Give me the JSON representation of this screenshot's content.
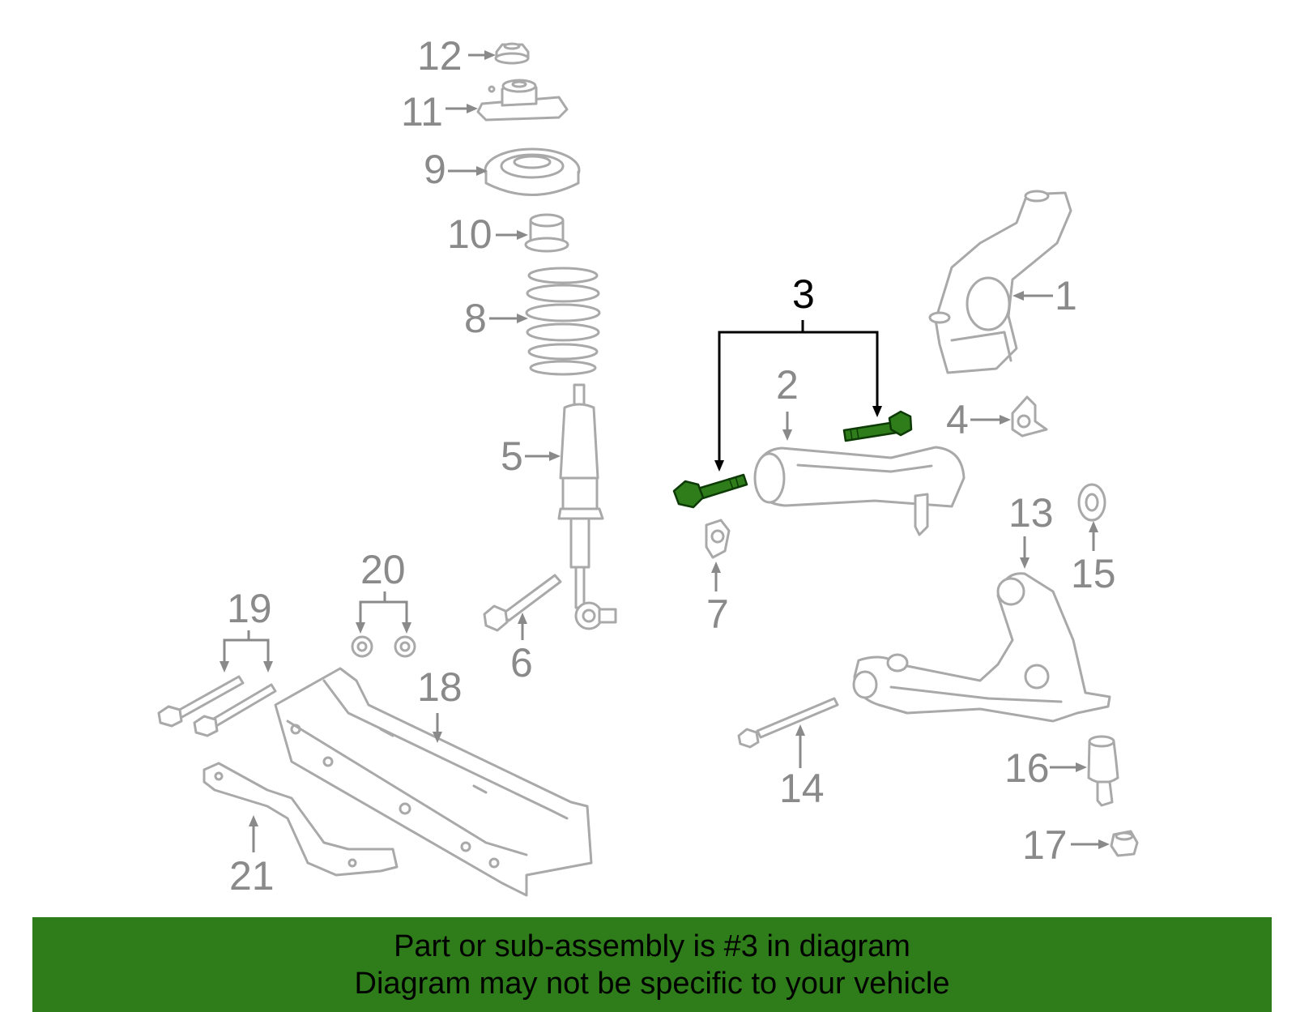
{
  "diagram": {
    "highlighted_part": "3",
    "highlight_color": "#2e7d1a",
    "callouts": [
      "12",
      "11",
      "9",
      "10",
      "8",
      "5",
      "6",
      "7",
      "3",
      "2",
      "1",
      "4",
      "13",
      "15",
      "14",
      "16",
      "17",
      "20",
      "19",
      "18",
      "21"
    ]
  },
  "banner": {
    "line1": "Part or sub-assembly is #3 in diagram",
    "line2": "Diagram may not be specific to your vehicle",
    "background": "#2e7d1a"
  }
}
